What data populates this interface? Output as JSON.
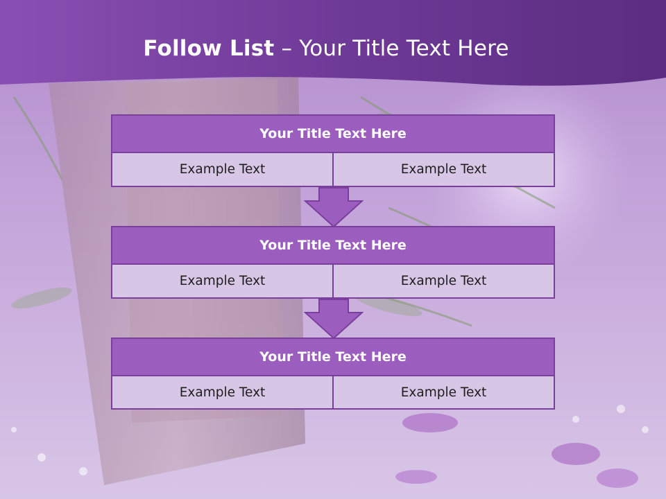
{
  "slide": {
    "title_bold": "Follow List",
    "title_rest": "– Your Title Text Here"
  },
  "steps": [
    {
      "title": "Your Title Text Here",
      "left": "Example Text",
      "right": "Example Text"
    },
    {
      "title": "Your Title Text Here",
      "left": "Example Text",
      "right": "Example Text"
    },
    {
      "title": "Your Title Text Here",
      "left": "Example Text",
      "right": "Example Text"
    }
  ],
  "colors": {
    "header_band": "#6b3a92",
    "step_header": "#9b5ebf",
    "step_cell": "#d7c6e5",
    "border": "#7a3f9c"
  }
}
